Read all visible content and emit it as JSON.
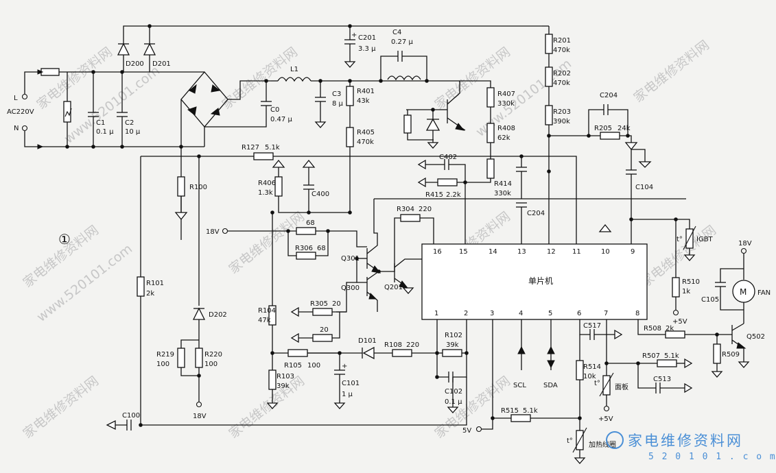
{
  "diagram_number": "①",
  "input": {
    "l": "L",
    "n": "N",
    "ac": "AC220V"
  },
  "rails": {
    "v18_in": "18V",
    "v18_bottom": "18V",
    "v18_fan": "18V",
    "v5_a": "+5V",
    "v5_b": "+5V",
    "v5_c": "5V"
  },
  "mcu": {
    "label": "单片机",
    "pins_top": [
      "16",
      "15",
      "14",
      "13",
      "12",
      "11",
      "10",
      "9"
    ],
    "pins_bottom": [
      "1",
      "2",
      "3",
      "4",
      "5",
      "6",
      "7",
      "8"
    ]
  },
  "signals": {
    "scl": "SCL",
    "sda": "SDA"
  },
  "components": {
    "d200": "D200",
    "d201": "D201",
    "d202": "D202",
    "d101": "D101",
    "c1": "C1",
    "c1_val": "0.1 μ",
    "c2": "C2",
    "c2_val": "10 μ",
    "c0": "C0",
    "c0_val": "0.47 μ",
    "c201": "C201",
    "c201_val": "3.3 μ",
    "c4": "C4",
    "c4_val": "0.27 μ",
    "c3": "C3",
    "c3_val": "8 μ",
    "l1": "L1",
    "r401": "R401",
    "r401_val": "43k",
    "r405": "R405",
    "r405_val": "470k",
    "r407": "R407",
    "r407_val": "330k",
    "r408": "R408",
    "r408_val": "62k",
    "r201": "R201",
    "r201_val": "470k",
    "r202": "R202",
    "r202_val": "470k",
    "r203": "R203",
    "r203_val": "390k",
    "c204_top": "C204",
    "r205": "R205",
    "r205_val": "24k",
    "c104": "C104",
    "r127": "R127",
    "r127_val": "5.1k",
    "r100": "R100",
    "c402": "C402",
    "r415": "R415",
    "r415_val": "2.2k",
    "r414": "R414",
    "r414_val": "330k",
    "r406": "R406",
    "r406_val": "1.3k",
    "c400": "C400",
    "r304": "R304",
    "r304_val": "220",
    "c204_mid": "C204",
    "r68_val": "68",
    "r306": "R306",
    "r306_val": "68",
    "q301": "Q301",
    "q300": "Q300",
    "q201": "Q201",
    "q502": "Q502",
    "igbt": "IGBT",
    "r510": "R510",
    "r510_val": "1k",
    "c105": "C105",
    "fan": "FAN",
    "fan_m": "M",
    "r101": "R101",
    "r101_val": "2k",
    "r104": "R104",
    "r104_val": "47k",
    "r305": "R305",
    "r305_val": "20",
    "r20_val": "20",
    "r108": "R108",
    "r108_val": "220",
    "r102": "R102",
    "r102_val": "39k",
    "r219": "R219",
    "r219_val": "100",
    "r220": "R220",
    "r220_val": "100",
    "r105": "R105",
    "r105_val": "100",
    "r103": "R103",
    "r103_val": "39k",
    "c101": "C101",
    "c101_val": "1 μ",
    "c101_plus": "+",
    "c201_plus": "+",
    "c102": "C102",
    "c102_val": "0.1 μ",
    "c517": "C517",
    "r508": "R508",
    "r508_val": "2k",
    "r509": "R509",
    "r507": "R507",
    "r507_val": "5.1k",
    "r514": "R514",
    "r514_val": "10k",
    "panel": "面板",
    "c513": "C513",
    "c100": "C100",
    "r515": "R515",
    "r515_val": "5.1k",
    "coil": "加热线圈",
    "t_symbol": "t°"
  },
  "watermark": {
    "text": "家电维修资料网",
    "url": "www.520101.com",
    "logo_text": "家电维修资料网",
    "logo_url": "5 2 0 1 0 1 . c o m"
  }
}
